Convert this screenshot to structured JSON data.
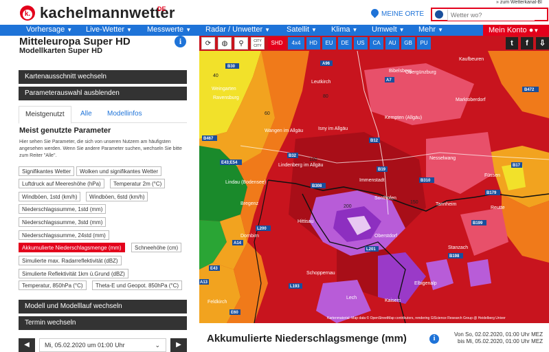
{
  "header": {
    "logo_letter": "k.",
    "logo_text": "kachelmannwetter",
    "logo_suffix": "DE",
    "meine_orte": "MEINE ORTE",
    "search_placeholder": "Wetter wo?",
    "sub_link": "» zum Wetterkanal-Bl"
  },
  "nav": {
    "items": [
      {
        "label": "Vorhersage"
      },
      {
        "label": "Live-Wetter"
      },
      {
        "label": "Messwerte"
      },
      {
        "label": "Radar / Unwetter"
      },
      {
        "label": "Satellit"
      },
      {
        "label": "Klima"
      },
      {
        "label": "Umwelt"
      },
      {
        "label": "Mehr"
      }
    ],
    "account": "Mein Konto"
  },
  "left": {
    "title": "Mitteleuropa Super HD",
    "subtitle": "Modellkarten Super HD",
    "btn_kartenausschnitt": "Kartenausschnitt wechseln",
    "btn_parameterauswahl": "Parameterauswahl ausblenden",
    "tabs": [
      "Meistgenutzt",
      "Alle",
      "Modellinfos"
    ],
    "params_heading": "Meist genutzte Parameter",
    "params_desc": "Hier sehen Sie Parameter, die sich von unseren Nutzern am häufigsten angesehen werden. Wenn Sie andere Parameter suchen, wechseln Sie bitte zum Reiter \"Alle\".",
    "params": [
      "Signifikantes Wetter",
      "Wolken und signifikantes Wetter",
      "Luftdruck auf Meereshöhe (hPa)",
      "Temperatur 2m (°C)",
      "Windböen, 1std (km/h)",
      "Windböen, 6std (km/h)",
      "Niederschlagssumme, 1std (mm)",
      "Niederschlagssumme, 3std (mm)",
      "Niederschlagssumme, 24std (mm)",
      "Akkumulierte Niederschlagsmenge (mm)",
      "Schneehöhe (cm)",
      "Simulierte max. Radarreflektivität (dBZ)",
      "Simulierte Reflektivität 1km ü.Grund (dBZ)",
      "Temperatur, 850hPa (°C)",
      "Theta-E und Geopot. 850hPa (°C)"
    ],
    "btn_modell": "Modell und Modelllauf wechseln",
    "btn_termin": "Termin wechseln",
    "date_value": "Mi, 05.02.2020 um 01:00 Uhr"
  },
  "map": {
    "toolbar": [
      "SHD",
      "4x4",
      "HD",
      "EU",
      "DE",
      "US",
      "CA",
      "AU",
      "GB",
      "PU"
    ],
    "city_label": "CITY\nCITY",
    "places": [
      {
        "name": "Bibelsberg"
      },
      {
        "name": "Kaufbeuren"
      },
      {
        "name": "Obergünzburg"
      },
      {
        "name": "Leutkirch"
      },
      {
        "name": "Weingarten"
      },
      {
        "name": "Ravensburg"
      },
      {
        "name": "Marktoberdorf"
      },
      {
        "name": "Kempten (Allgäu)"
      },
      {
        "name": "Isny im Allgäu"
      },
      {
        "name": "Wangen im Allgäu"
      },
      {
        "name": "Nesselwang"
      },
      {
        "name": "Lindenberg im Allgäu"
      },
      {
        "name": "Immenstadt"
      },
      {
        "name": "Füssen"
      },
      {
        "name": "Lindau (Bodensee)"
      },
      {
        "name": "Sonthofen"
      },
      {
        "name": "Tannheim"
      },
      {
        "name": "Bregenz"
      },
      {
        "name": "Hittisau"
      },
      {
        "name": "Reutte"
      },
      {
        "name": "Dornbirn"
      },
      {
        "name": "Oberstdorf"
      },
      {
        "name": "Stanzach"
      },
      {
        "name": "Schoppernau"
      },
      {
        "name": "Elbigenalp"
      },
      {
        "name": "Lech"
      },
      {
        "name": "Feldkirch"
      },
      {
        "name": "Kaisers"
      }
    ],
    "roads": [
      "B30",
      "A96",
      "A7",
      "B472",
      "B12",
      "B32",
      "B467",
      "E43;E54",
      "B19",
      "B308",
      "B310",
      "B17",
      "B179",
      "A14",
      "L200",
      "B199",
      "L201",
      "B198",
      "E43",
      "A13",
      "L193",
      "E60"
    ],
    "values": [
      "40",
      "60",
      "80",
      "100",
      "150",
      "200"
    ],
    "attribution": "Kartenmaterial: Map data © OpenStreetMap contributors, rendering GIScience Research Group @ Heidelberg Univer"
  },
  "bottom": {
    "title": "Akkumulierte Niederschlagsmenge (mm)",
    "range_from": "Von So, 02.02.2020, 01:00 Uhr MEZ",
    "range_to": "bis Mi, 05.02.2020, 01:00 Uhr MEZ"
  },
  "colors": {
    "brand_red": "#e3001b",
    "nav_blue": "#1e73d8",
    "dark_button": "#333333"
  }
}
